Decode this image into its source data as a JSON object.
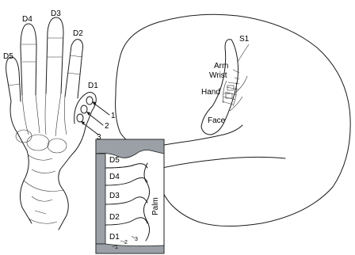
{
  "hand": {
    "digits": {
      "d1": "D1",
      "d2": "D2",
      "d3": "D3",
      "d4": "D4",
      "d5": "D5"
    },
    "callouts": {
      "c1": "1",
      "c2": "2",
      "c3": "3"
    }
  },
  "brain": {
    "area_label": "S1",
    "arm": "Arm",
    "wrist": "Wrist",
    "hand": "Hand",
    "face": "Face"
  },
  "inset": {
    "digits": {
      "d5": "D5",
      "d4": "D4",
      "d3": "D3",
      "d2": "D2",
      "d1": "D1"
    },
    "palm": "Palm",
    "segments": {
      "s1": "1",
      "s2": "2",
      "s3": "3"
    }
  },
  "colors": {
    "ink": "#1a1a1a",
    "inset_fill": "#9aa0a6",
    "background": "#ffffff"
  }
}
